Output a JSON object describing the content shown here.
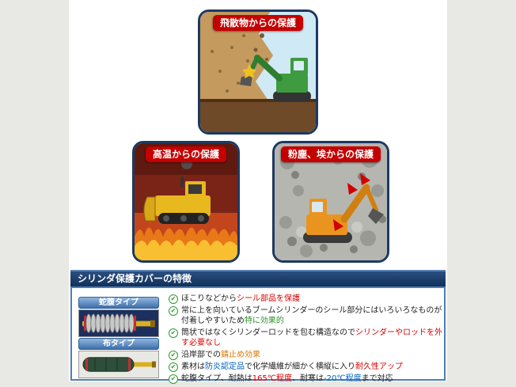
{
  "panels": [
    {
      "label": "飛散物からの保護"
    },
    {
      "label": "高温からの保護"
    },
    {
      "label": "粉塵、埃からの保護"
    }
  ],
  "features": {
    "title": "シリンダ保護カバーの特徴",
    "products": [
      {
        "label": "蛇腹タイプ"
      },
      {
        "label": "布タイプ"
      }
    ],
    "bullets": [
      {
        "pre": "ほこりなどから",
        "em1": "シール部品を保護",
        "mid": "",
        "em2": "",
        "post": ""
      },
      {
        "pre": "常に上を向いているブームシリンダーのシール部分にはいろいろなものが付着しやすいため",
        "em1": "特に効果的",
        "mid": "",
        "em2": "",
        "post": ""
      },
      {
        "pre": "筒状ではなくシリンダーロッドを包む構造なので",
        "em1": "シリンダーやロッドを外す必要なし",
        "mid": "",
        "em2": "",
        "post": ""
      },
      {
        "pre": "沿岸部での",
        "em1": "錆止め効果",
        "mid": "",
        "em2": "",
        "post": ""
      },
      {
        "pre": "素材は",
        "em1": "防炎認定品",
        "mid": "で化学繊維が細かく横縦に入り",
        "em2": "耐久性アップ",
        "post": ""
      },
      {
        "pre": "蛇腹タイプ、耐熱は",
        "em1": "165℃程度",
        "mid": "、耐寒は",
        "em2": "-20℃程度",
        "post": "まで対応"
      }
    ]
  },
  "icons": {
    "check": "✔"
  },
  "colors": {
    "badge_red": "#c40000",
    "header_navy": "#16365f",
    "panel_border": "#1c3a63",
    "box_border": "#4f7fb5",
    "em_red": "#d80000",
    "em_green": "#2f8f2f",
    "em_blue": "#0060c0",
    "em_orange": "#e07800",
    "check_green": "#2f9a2f"
  }
}
